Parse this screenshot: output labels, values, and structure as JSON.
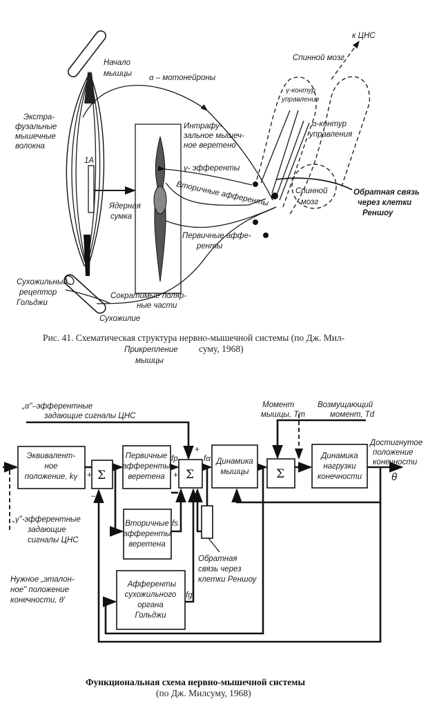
{
  "figure41": {
    "labels": {
      "origin": [
        "Начало",
        "мышцы"
      ],
      "alpha_motoneurons": "α – мотонейроны",
      "extrafusal": [
        "Экстра-",
        "фузальные",
        "мышечные",
        "волокна"
      ],
      "intrafusal": [
        "Интрафу-",
        "зальное мышеч-",
        "ное веретено"
      ],
      "gamma_efferents": "γ- эфференты",
      "secondary_afferents": "Вторичные афференты",
      "nuclear_bag": [
        "Ядерная",
        "сумка"
      ],
      "primary_afferents": [
        "Первичные аффе-",
        "ренты"
      ],
      "golgi_receptor": [
        "Сухожильный",
        "рецептор",
        "Гольджи"
      ],
      "contractile_poles": [
        "Сократимые поляр-",
        "ные части"
      ],
      "tendon": "Сухожилие",
      "insertion": [
        "Прикрепление",
        "мышцы"
      ],
      "spinal_cord_top": "Спинной мозг",
      "to_cns": "к ЦНС",
      "gamma_loop": [
        "γ-контур",
        "управления"
      ],
      "alpha_loop": [
        "α-контур",
        "управления"
      ],
      "spinal_cord": [
        "Спинной",
        "мозг"
      ],
      "renshaw_feedback": [
        "Обратная связь",
        "через клетки",
        "Реншоу"
      ],
      "ia_label": "1A"
    },
    "caption": [
      "Рис. 41. Схематическая структура нервно-мышечной системы (по Дж. Мил-",
      "суму, 1968)"
    ]
  },
  "figure_block": {
    "blocks": {
      "equivalent_position": [
        "Эквивалент-",
        "ное",
        "положение, kγ"
      ],
      "sum1": "Σ",
      "primary_afferents": [
        "Первичные",
        "афференты",
        "веретена"
      ],
      "sum2": "Σ",
      "muscle_dynamics": [
        "Динамика",
        "мышцы"
      ],
      "sum3": "Σ",
      "load_dynamics": [
        "Динамика",
        "нагрузки",
        "конечности"
      ],
      "secondary_afferents": [
        "Вторичные",
        "афференты",
        "веретена"
      ],
      "golgi_afferents": [
        "Афференты",
        "сухожильного",
        "органа",
        "Гольджи"
      ]
    },
    "signals": {
      "fp": "fp",
      "fs": "fs",
      "fg": "fg",
      "fa": "fα",
      "plus": "+",
      "minus": "–",
      "theta": "θ"
    },
    "labels": {
      "alpha_efferent": [
        "„α\"–эфферентные",
        "задающие сигналы ЦНС"
      ],
      "gamma_efferent": [
        "„γ\"-эфферентные",
        "задающие",
        "сигналы ЦНС"
      ],
      "reference_position": [
        "Нужное „эталон-",
        "ное\" положение",
        "конечности, θ'"
      ],
      "renshaw": [
        "Обратная",
        "связь через",
        "клетки Реншоу"
      ],
      "muscle_moment": [
        "Момент",
        "мышцы, Tm"
      ],
      "disturbing_moment": [
        "Возмущающий",
        "момент, Td"
      ],
      "achieved_position": [
        "Достигнутое",
        "положение",
        "конечности"
      ]
    },
    "caption": [
      "Функциональная схема нервно-мышечной системы",
      "(по Дж. Милсуму, 1968)"
    ]
  }
}
